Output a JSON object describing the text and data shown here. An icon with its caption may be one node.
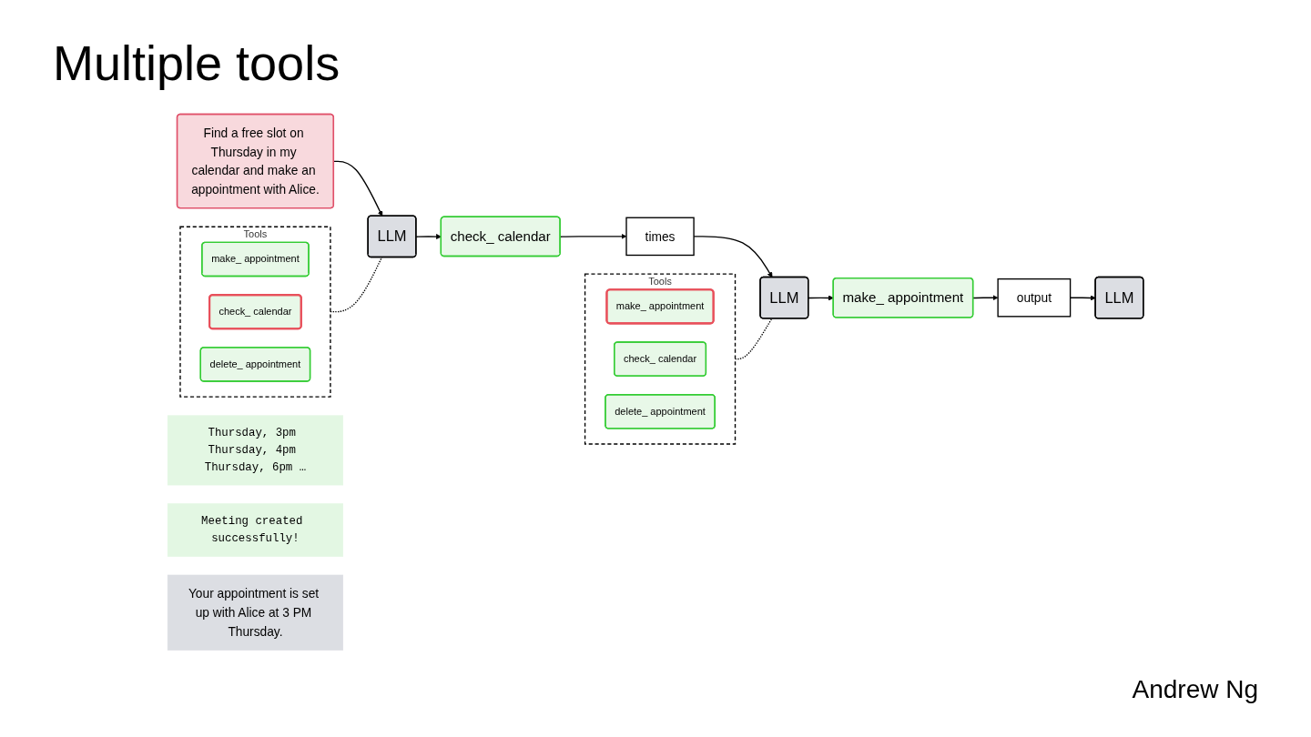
{
  "diagram": {
    "title": "Multiple tools",
    "nodes": [
      {
        "text": [
          "Tools"
        ]
      },
      {
        "text": [
          "make_ appointment"
        ],
        "in": 0
      },
      {
        "text": [
          "check_ calendar"
        ],
        "in": 0
      },
      {
        "text": [
          "delete_ appointment"
        ],
        "in": 0
      },
      {
        "text": [
          "Tools"
        ]
      },
      {
        "text": [
          "make_ appointment"
        ],
        "in": 4
      },
      {
        "text": [
          "check_ calendar"
        ],
        "in": 4
      },
      {
        "text": [
          "delete_ appointment"
        ],
        "in": 4
      },
      {
        "text": [
          "Find a free slot on Thursday in my calendar and make an appointment with Alice."
        ]
      },
      {
        "text": [
          "LLM"
        ]
      },
      {
        "text": [
          "check_ calendar"
        ]
      },
      {
        "text": [
          "times"
        ]
      },
      {
        "text": [
          "LLM"
        ]
      },
      {
        "text": [
          "make_ appointment"
        ]
      },
      {
        "text": [
          "output"
        ]
      },
      {
        "text": [
          "LLM"
        ]
      },
      {
        "text": [
          "Thursday, 3pm Thursday, 4pm Thursday, 6pm …"
        ]
      },
      {
        "text": [
          "Meeting created successfully!"
        ]
      },
      {
        "text": [
          "Your appointment is set up with Alice at 3 PM Thursday."
        ]
      }
    ],
    "edges": [
      {
        "from": 8,
        "to": 9,
        "arrow": "to"
      },
      {
        "from": 9,
        "to": 10,
        "arrow": "to"
      },
      {
        "from": 10,
        "to": 11,
        "arrow": "to"
      },
      {
        "from": 11,
        "to": 12,
        "arrow": "to"
      },
      {
        "from": 12,
        "to": 13,
        "arrow": "to"
      },
      {
        "from": 13,
        "to": 14,
        "arrow": "to"
      },
      {
        "from": 14,
        "to": 15,
        "arrow": "to"
      },
      {
        "from": 0,
        "to": 9,
        "arrow": "none",
        "style": "dashed"
      },
      {
        "from": 4,
        "to": 12,
        "arrow": "none",
        "style": "dashed"
      }
    ],
    "labels": [
      "Andrew Ng"
    ]
  }
}
